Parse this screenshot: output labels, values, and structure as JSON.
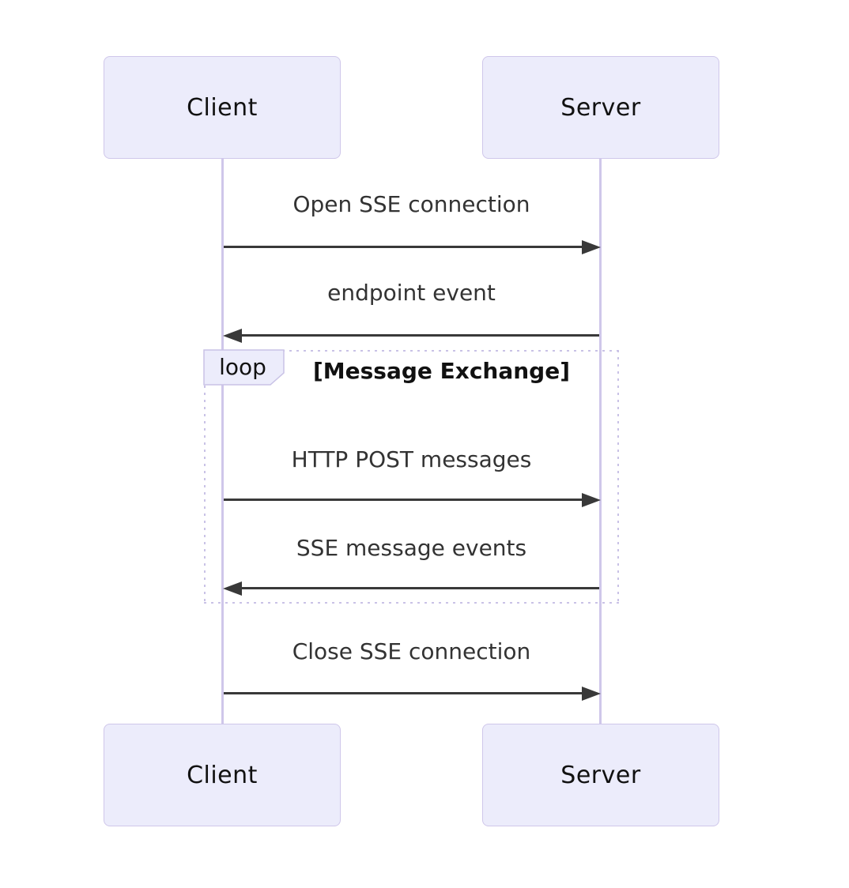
{
  "diagram_type": "sequence",
  "actors": [
    {
      "label": "Client"
    },
    {
      "label": "Server"
    }
  ],
  "messages": [
    {
      "text": "Open SSE connection",
      "direction": "client-to-server",
      "line": "solid"
    },
    {
      "text": "endpoint event",
      "direction": "server-to-client",
      "line": "solid"
    },
    {
      "text": "HTTP POST messages",
      "direction": "client-to-server",
      "line": "solid",
      "in_loop": true
    },
    {
      "text": "SSE message events",
      "direction": "server-to-client",
      "line": "solid",
      "in_loop": true
    },
    {
      "text": "Close SSE connection",
      "direction": "client-to-server",
      "line": "solid"
    }
  ],
  "loop": {
    "label": "loop",
    "condition": "[Message Exchange]"
  },
  "colors": {
    "background": "#FFFFFF",
    "actor_fill": "#ECECFB",
    "actor_border": "#CFC7EA",
    "actor_text": "#111111",
    "lifeline": "#CFC7EA",
    "loop_border": "#C9C2E6",
    "message_line": "#393939",
    "message_text": "#333333"
  }
}
